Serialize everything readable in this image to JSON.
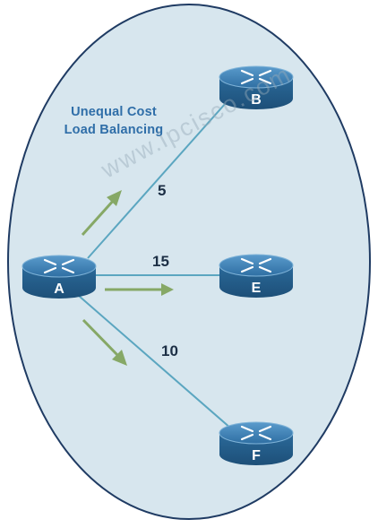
{
  "title": {
    "line1": "Unequal Cost",
    "line2": "Load Balancing"
  },
  "watermark": "www.ipcisco.com",
  "routers": [
    {
      "id": "A",
      "label": "A"
    },
    {
      "id": "B",
      "label": "B"
    },
    {
      "id": "E",
      "label": "E"
    },
    {
      "id": "F",
      "label": "F"
    }
  ],
  "links": [
    {
      "from": "A",
      "to": "B",
      "cost": "5"
    },
    {
      "from": "A",
      "to": "E",
      "cost": "15"
    },
    {
      "from": "A",
      "to": "F",
      "cost": "10"
    }
  ],
  "colors": {
    "ellipse_fill": "#d7e6ee",
    "ellipse_stroke": "#1f3b63",
    "link": "#5ba6c0",
    "arrow": "#86a866",
    "router_top": "#3f83b6",
    "router_side": "#25628f",
    "title": "#2f6ea8"
  }
}
